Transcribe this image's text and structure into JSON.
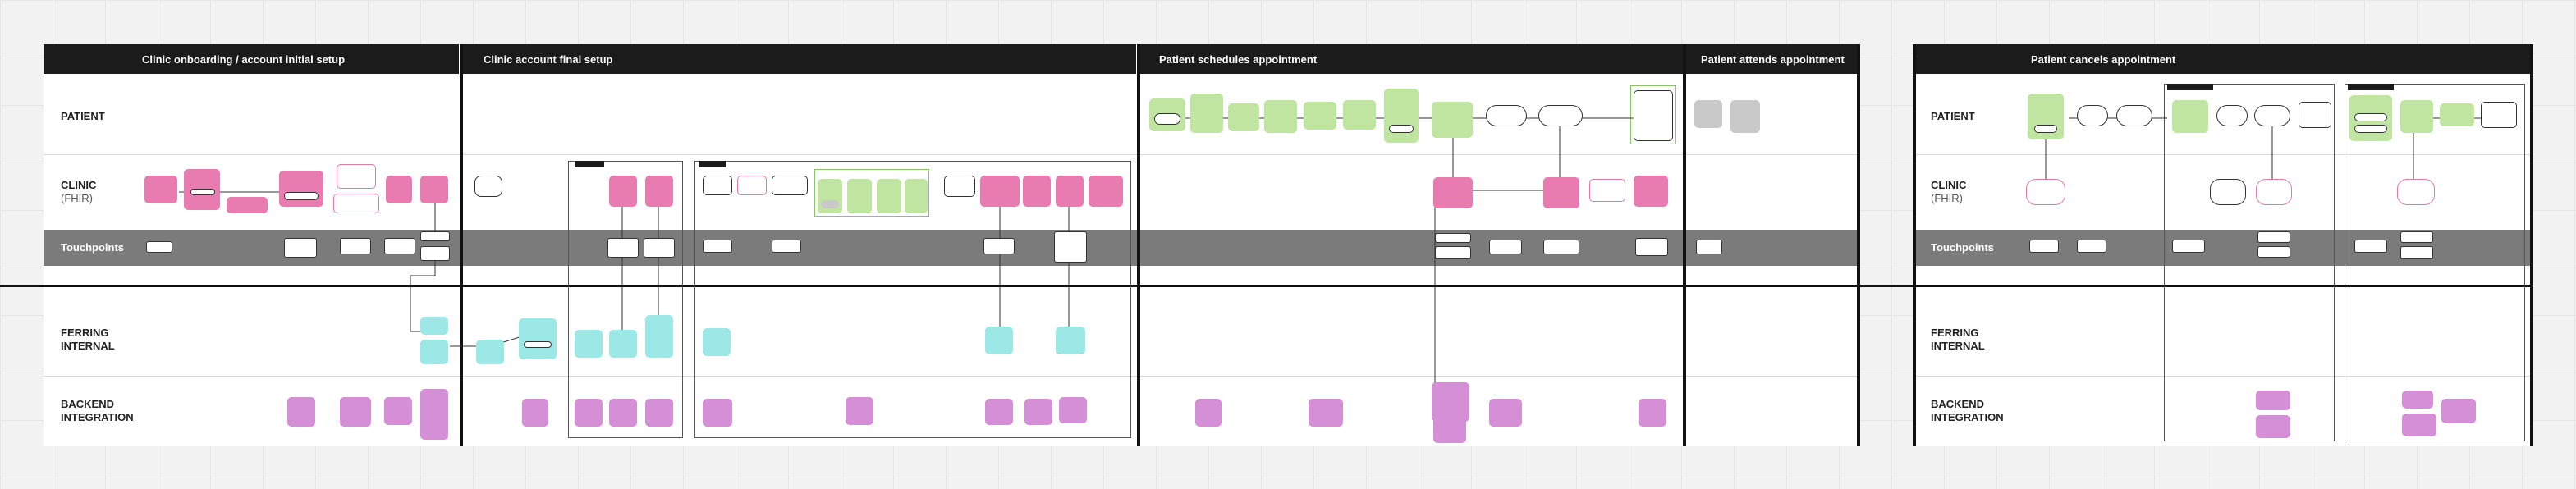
{
  "sections": [
    {
      "id": "onboarding",
      "title": "Clinic onboarding / account initial setup"
    },
    {
      "id": "final-setup",
      "title": "Clinic account final setup"
    },
    {
      "id": "schedules",
      "title": "Patient schedules appointment"
    },
    {
      "id": "attends",
      "title": "Patient attends appointment"
    },
    {
      "id": "cancels",
      "title": "Patient cancels appointment"
    }
  ],
  "rows": {
    "patient": "PATIENT",
    "clinic": "CLINIC",
    "clinic_sub": "(FHIR)",
    "touchpoints": "Touchpoints",
    "ferring": "FERRING\nINTERNAL",
    "backend": "BACKEND\nINTEGRATION"
  },
  "colors": {
    "header": "#1b1b1b",
    "touchpoints_band": "#7b7b7b",
    "clinic_step": "#e87bb0",
    "patient_step": "#bfe5a1",
    "ferring_step": "#9be8e6",
    "backend_step": "#d58fd7",
    "inactive_step": "#c9c9c9"
  }
}
